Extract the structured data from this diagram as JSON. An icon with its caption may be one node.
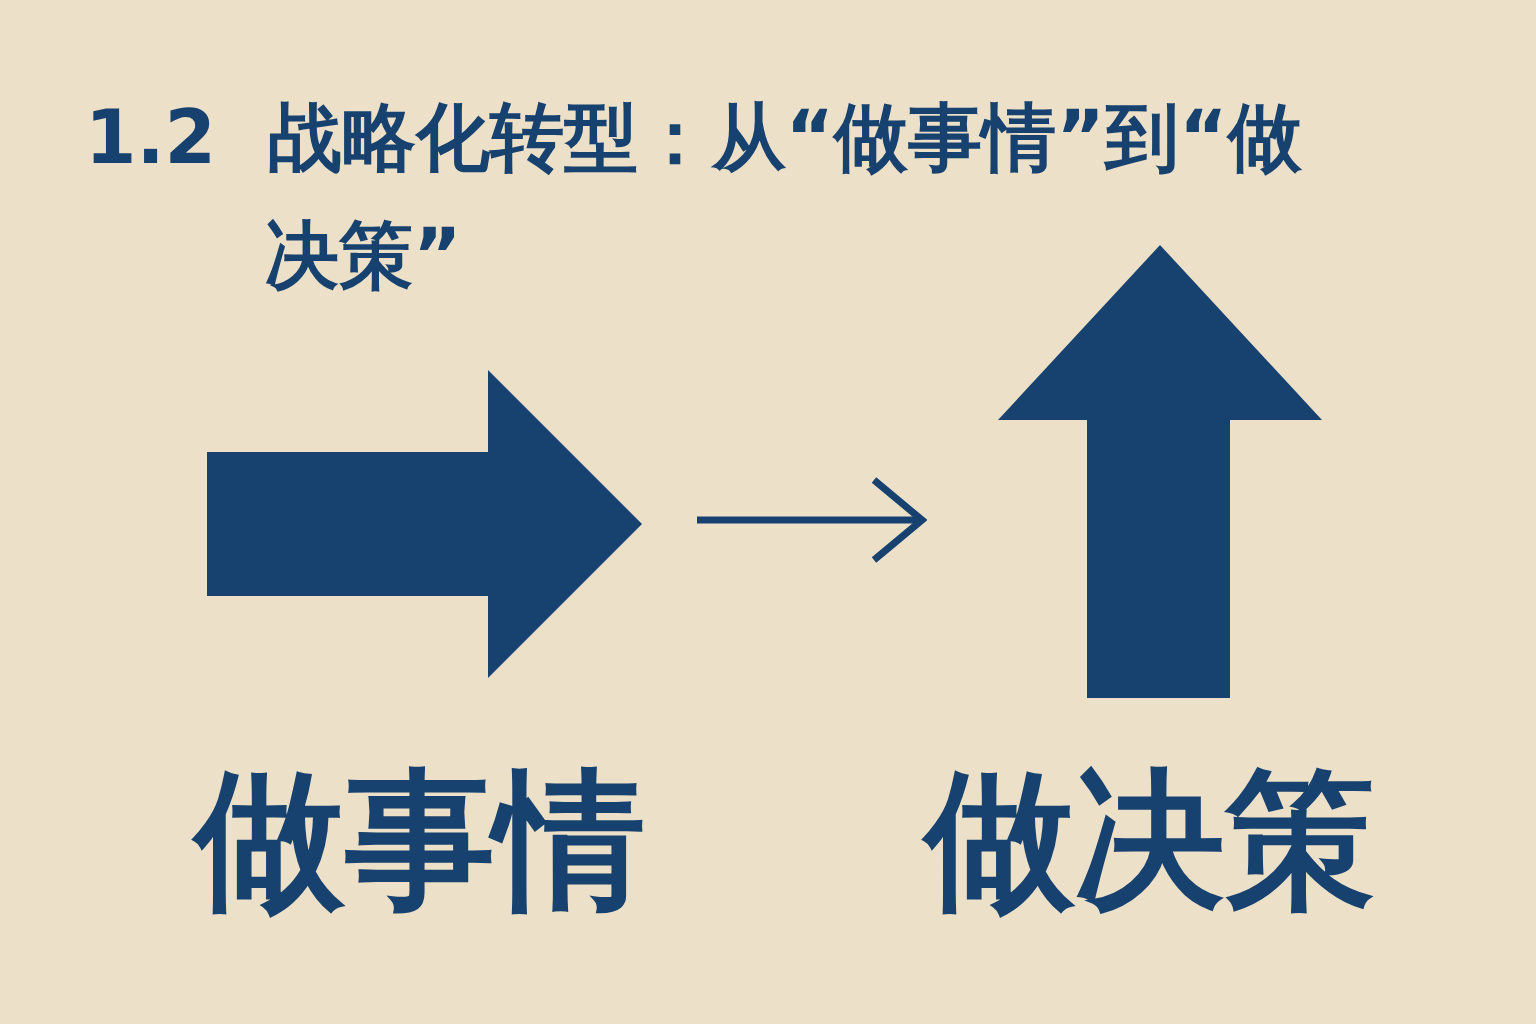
{
  "diagram": {
    "title": "1.2  战略化转型：从“做事情”到“做决策”",
    "nodes": [
      {
        "text": [
          "做事情"
        ]
      },
      {
        "text": [
          "做决策"
        ]
      }
    ],
    "edges": [
      {
        "from": 0,
        "to": 1,
        "arrow": "to"
      }
    ]
  }
}
